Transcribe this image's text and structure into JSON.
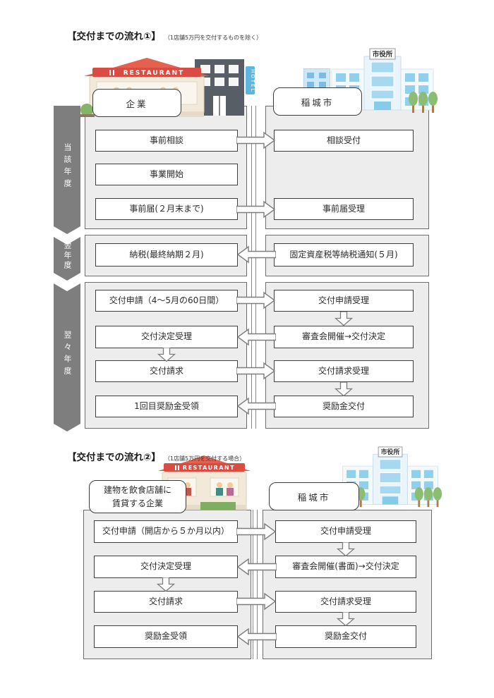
{
  "flow1": {
    "title": "【交付までの流れ①】",
    "subtitle": "（1店舗5万円を交付するものを除く）",
    "left_header": "企業",
    "right_header": "稲城市",
    "year_labels": {
      "current": "当該年度",
      "next": "翌年度",
      "after_next": "翌々年度"
    },
    "rows": {
      "r0_left": "事前相談",
      "r0_right": "相談受付",
      "r1_left": "事業開始",
      "r2_left": "事前届(２月末まで)",
      "r2_right": "事前届受理",
      "r3_left": "納税(最終納期２月)",
      "r3_right": "固定資産税等納税通知(５月)",
      "r4_left": "交付申請（4～5月の60日間）",
      "r4_right": "交付申請受理",
      "r5_left": "交付決定受理",
      "r5_right": "審査会開催→交付決定",
      "r6_left": "交付請求",
      "r6_right": "交付請求受理",
      "r7_left": "1回目奨励金受領",
      "r7_right": "奨励金交付"
    }
  },
  "flow2": {
    "title": "【交付までの流れ②】",
    "subtitle": "（1店舗5万円を交付する場合）",
    "left_header_line1": "建物を飲食店舗に",
    "left_header_line2": "賃貸する企業",
    "right_header": "稲城市",
    "rows": {
      "r0_left": "交付申請（開店から５か月以内）",
      "r0_right": "交付申請受理",
      "r1_left": "交付決定受理",
      "r1_right": "審査会開催(書面)→交付決定",
      "r2_left": "交付請求",
      "r2_right": "交付請求受理",
      "r3_left": "奨励金受領",
      "r3_right": "奨励金交付"
    }
  },
  "illustrations": {
    "restaurant_sign": "RESTAURANT",
    "hotel_sign": "HOTEL",
    "city_hall_sign": "市役所"
  },
  "colors": {
    "panel_gray": "#ededed",
    "sidebar_gray": "#7e7e7e",
    "roof_red": "#e4604f",
    "city_blue": "#8fd0ee"
  }
}
